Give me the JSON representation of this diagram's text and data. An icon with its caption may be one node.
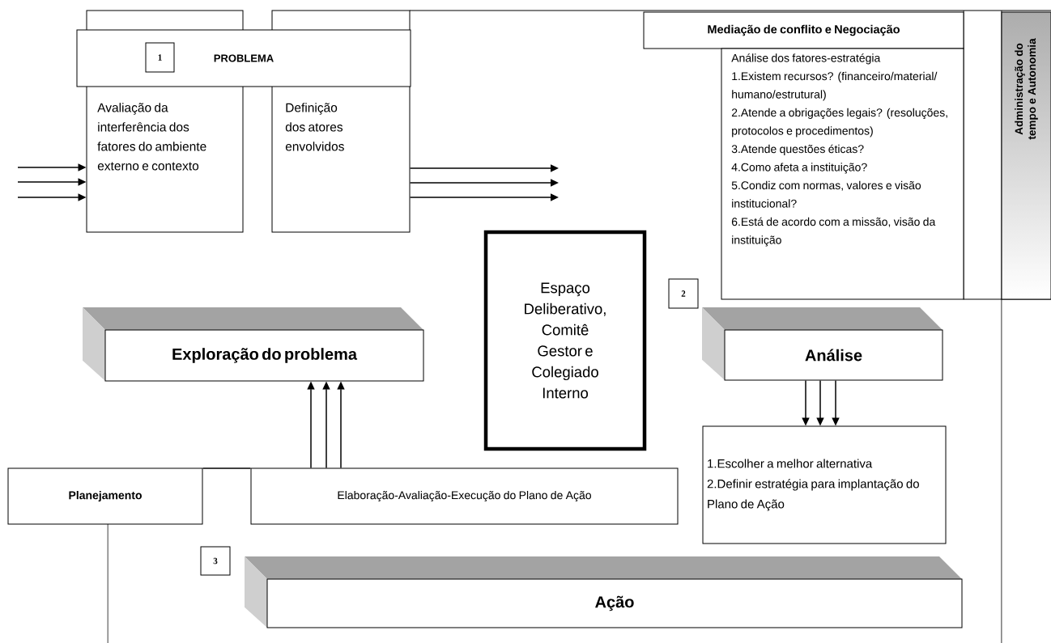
{
  "diagram": {
    "nodes": [
      {
        "text": [
          "PROBLEMA"
        ]
      },
      {
        "text": [
          "1"
        ]
      },
      {
        "text": [
          "Avaliação da interferência dos fatores do ambiente externo e contexto"
        ]
      },
      {
        "text": [
          "Definição dos atores envolvidos"
        ]
      },
      {
        "text": [
          "Mediação de conflito e Negociação"
        ]
      },
      {
        "text": [
          "Análise dos fatores-estratégia",
          "1.Existem recursos? (financeiro/material/ humano/estrutural)",
          "2.Atende a obrigações legais? (resoluções, protocolos e procedimentos)",
          "3.Atende questões éticas?",
          "4.Como afeta a instituição?",
          "5.Condiz com normas, valores e visão institucional?",
          "6.Está de acordo com a missão, visão da instituição"
        ]
      },
      {
        "text": [
          "Administração do tempo e Autonomia"
        ]
      },
      {
        "text": [
          "Espaço Deliberativo, Comitê Gestor e Colegiado Interno"
        ]
      },
      {
        "text": [
          "2"
        ]
      },
      {
        "text": [
          "Exploração do problema"
        ]
      },
      {
        "text": [
          "Análise"
        ]
      },
      {
        "text": [
          "1.Escolher a melhor alternativa",
          "2.Definir estratégia para implantação do Plano de Ação"
        ]
      },
      {
        "text": [
          "Planejamento"
        ]
      },
      {
        "text": [
          "Elaboração-Avaliação-Execução do Plano de Ação"
        ]
      },
      {
        "text": [
          "3"
        ]
      },
      {
        "text": [
          "Ação"
        ]
      }
    ],
    "edges": [
      {
        "from": null,
        "to": 2,
        "arrow": "to"
      },
      {
        "from": null,
        "to": 2,
        "arrow": "to"
      },
      {
        "from": null,
        "to": 2,
        "arrow": "to"
      },
      {
        "from": 3,
        "to": null,
        "arrow": "to"
      },
      {
        "from": 3,
        "to": null,
        "arrow": "to"
      },
      {
        "from": 3,
        "to": null,
        "arrow": "to"
      },
      {
        "from": 13,
        "to": 9,
        "arrow": "to"
      },
      {
        "from": 13,
        "to": 9,
        "arrow": "to"
      },
      {
        "from": 13,
        "to": 9,
        "arrow": "to"
      },
      {
        "from": 10,
        "to": 11,
        "arrow": "to"
      },
      {
        "from": 10,
        "to": 11,
        "arrow": "to"
      },
      {
        "from": 10,
        "to": 11,
        "arrow": "to"
      },
      {
        "from": 12,
        "to": 13,
        "arrow": "none"
      }
    ]
  }
}
